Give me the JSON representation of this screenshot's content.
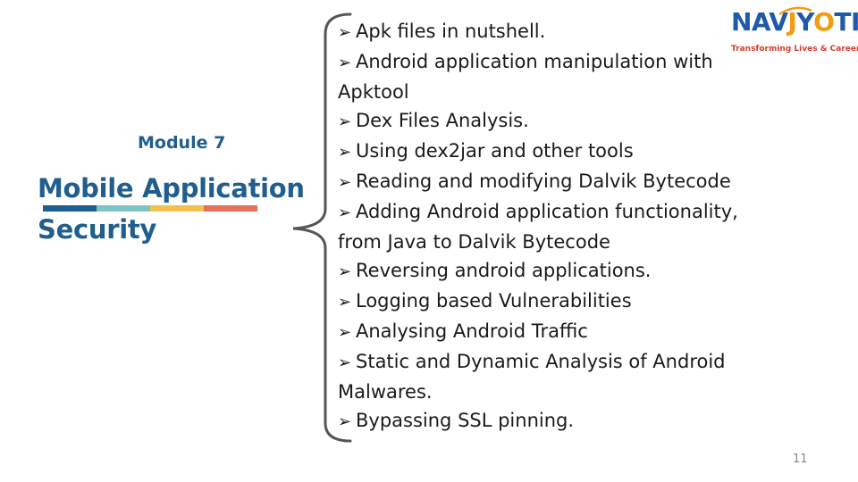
{
  "slide": {
    "module_label": "Module 7",
    "title_line1": "Mobile Application",
    "title_line2": "Security",
    "page_number": "11",
    "bullet_icon": "arrow-bullet-icon",
    "bullets": [
      [
        "Apk files in nutshell."
      ],
      [
        "Android application manipulation with",
        "Apktool"
      ],
      [
        "Dex Files Analysis."
      ],
      [
        "Using dex2jar and other tools"
      ],
      [
        "Reading and modifying Dalvik Bytecode"
      ],
      [
        "Adding Android application functionality,",
        "from Java to Dalvik Bytecode"
      ],
      [
        "Reversing android applications."
      ],
      [
        "Logging based Vulnerabilities"
      ],
      [
        "Analysing Android Traffic"
      ],
      [
        "Static and Dynamic Analysis of Android",
        "Malwares."
      ],
      [
        "Bypassing SSL pinning."
      ]
    ]
  },
  "logo": {
    "part1": "NAV",
    "part2": "J",
    "part3": "Y",
    "part4": "O",
    "part5": "TI",
    "tagline": "Transforming Lives & Careers"
  },
  "colors": {
    "title": "#1f5e8e",
    "bar": [
      "#1f5e8e",
      "#7fc4c4",
      "#f2c14e",
      "#e8705a"
    ]
  }
}
